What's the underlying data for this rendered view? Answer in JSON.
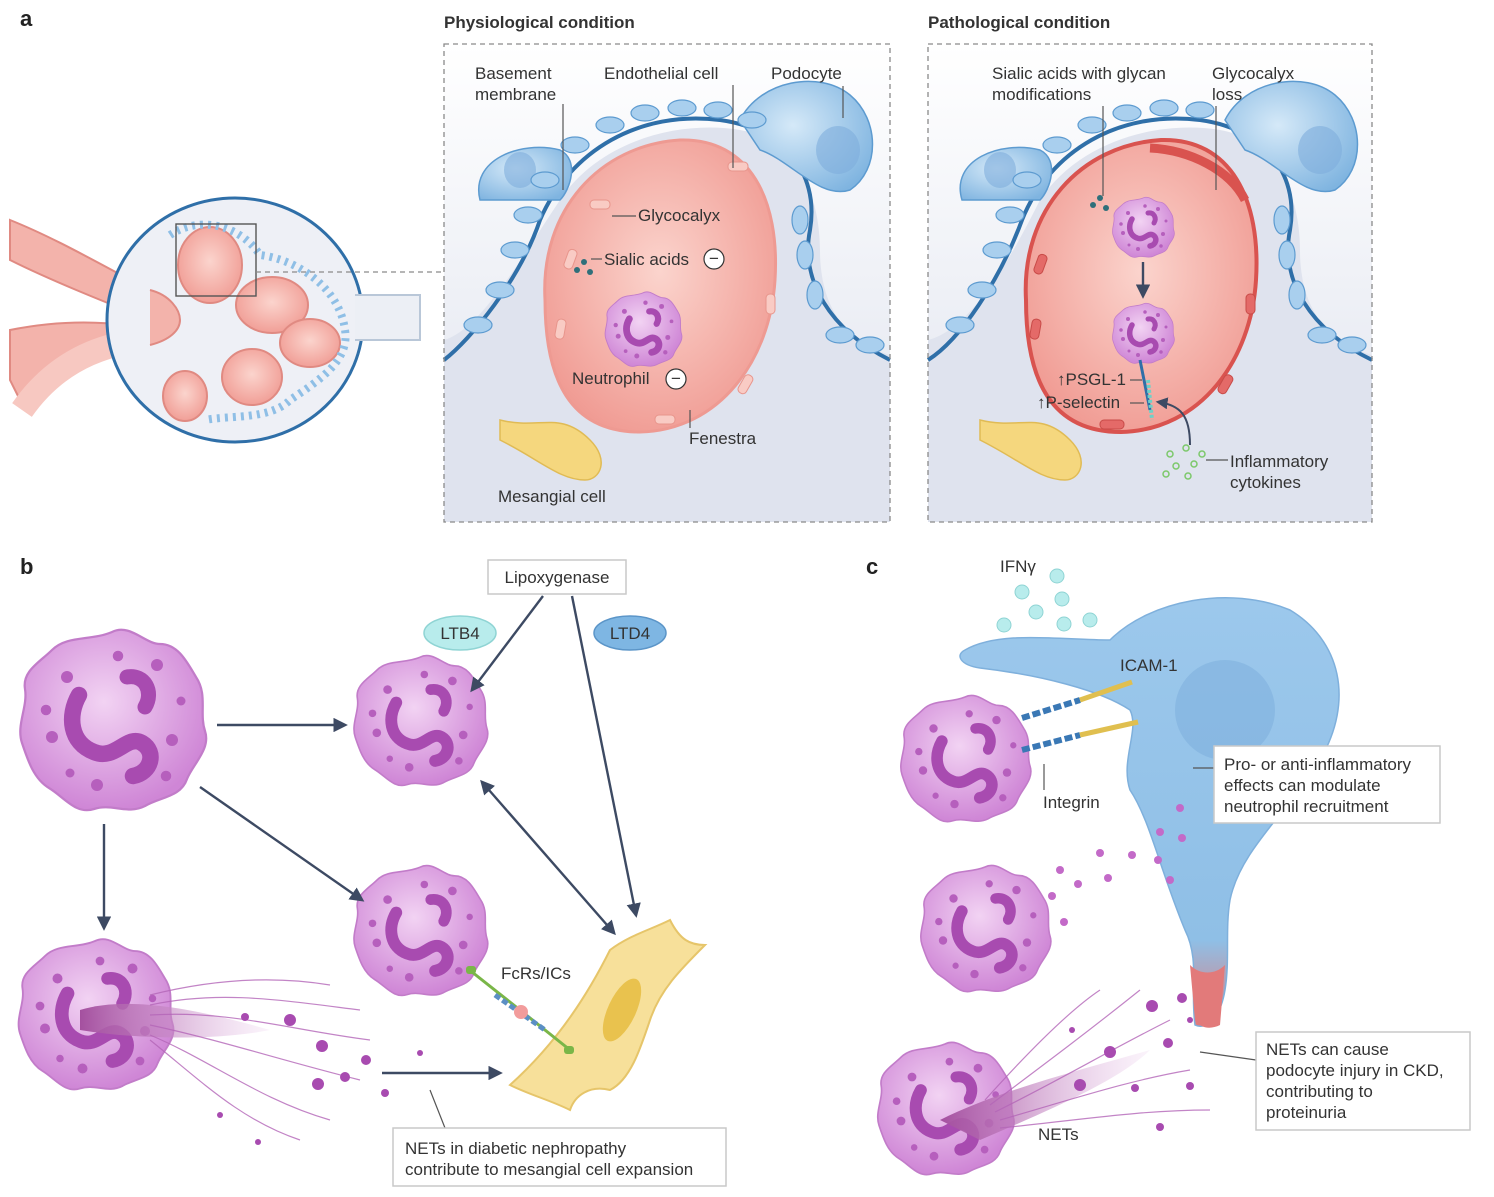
{
  "panels": {
    "a": "a",
    "b": "b",
    "c": "c"
  },
  "panel_a": {
    "physiological_title": "Physiological condition",
    "pathological_title": "Pathological condition",
    "phys_labels": {
      "basement_1": "Basement",
      "basement_2": "membrane",
      "endothelial": "Endothelial cell",
      "podocyte": "Podocyte",
      "glycocalyx": "Glycocalyx",
      "sialic": "Sialic acids",
      "neutrophil": "Neutrophil",
      "fenestra": "Fenestra",
      "mesangial": "Mesangial cell",
      "minus": "−"
    },
    "path_labels": {
      "sialic_mod_1": "Sialic acids with glycan",
      "sialic_mod_2": "modifications",
      "glyco_loss_1": "Glycocalyx",
      "glyco_loss_2": "loss",
      "psgl": "↑PSGL-1",
      "pselectin": "↑P-selectin",
      "cytokines_1": "Inflammatory",
      "cytokines_2": "cytokines"
    }
  },
  "panel_b": {
    "lipoxygenase": "Lipoxygenase",
    "ltb4": "LTB4",
    "ltd4": "LTD4",
    "fcrs": "FcRs/ICs",
    "note_1": "NETs in diabetic nephropathy",
    "note_2": "contribute to mesangial cell expansion"
  },
  "panel_c": {
    "ifng": "IFNγ",
    "icam": "ICAM-1",
    "integrin": "Integrin",
    "nets": "NETs",
    "note1_1": "Pro- or anti-inflammatory",
    "note1_2": "effects can modulate",
    "note1_3": "neutrophil recruitment",
    "note2_1": "NETs can cause",
    "note2_2": "podocyte injury in CKD,",
    "note2_3": "contributing to",
    "note2_4": "proteinuria"
  },
  "colors": {
    "neutrophil": "#d89ce0",
    "neutrophil_nucleus": "#b258b8",
    "endothelial": "#f6b9b0",
    "podocyte": "#a9cfee",
    "basement": "#2f6fa8",
    "mesangial": "#f5d77e",
    "arrow": "#3d4a63"
  }
}
